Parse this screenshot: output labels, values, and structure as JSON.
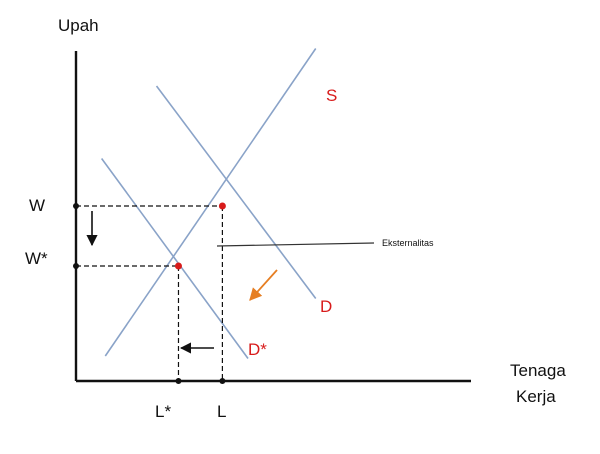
{
  "chart_data": {
    "type": "line",
    "title": "",
    "ylabel": "Upah",
    "xlabel_lines": [
      "Tenaga",
      "Kerja"
    ],
    "series": [
      {
        "name": "S",
        "points": [
          [
            0.8,
            0.5
          ],
          [
            6.55,
            6.65
          ]
        ]
      },
      {
        "name": "D",
        "points": [
          [
            2.2,
            5.9
          ],
          [
            6.55,
            1.65
          ]
        ]
      },
      {
        "name": "D*",
        "points": [
          [
            0.7,
            4.45
          ],
          [
            4.7,
            0.45
          ]
        ]
      }
    ],
    "equilibria": [
      {
        "name": "original",
        "x_label": "L",
        "y_label": "W",
        "x": 4.0,
        "y": 3.5
      },
      {
        "name": "new",
        "x_label": "L*",
        "y_label": "W*",
        "x": 2.8,
        "y": 2.3
      }
    ],
    "annotations": [
      {
        "text": "Eksternalitas"
      }
    ],
    "colors": {
      "curves": "#8aa3c8",
      "labels_red": "#d81b1b",
      "points": "#d81b1b",
      "shift_arrow": "#e67e22",
      "axis": "#111111"
    },
    "grid": false,
    "legend": "none"
  }
}
